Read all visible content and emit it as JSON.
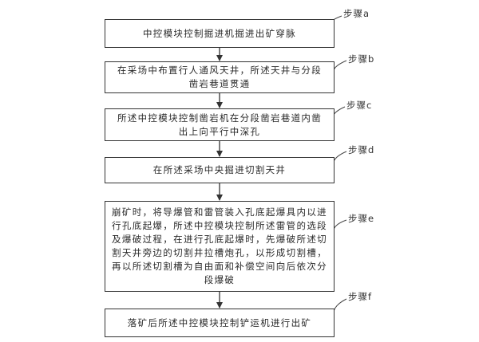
{
  "steps": [
    {
      "label": "步骤a",
      "text": "中控模块控制掘进机掘进出矿穿脉"
    },
    {
      "label": "步骤b",
      "text": "在采场中布置行人通风天井，所述天井与分段凿岩巷道贯通"
    },
    {
      "label": "步骤c",
      "text": "所述中控模块控制凿岩机在分段凿岩巷道内凿出上向平行中深孔"
    },
    {
      "label": "步骤d",
      "text": "在所述采场中央掘进切割天井"
    },
    {
      "label": "步骤e",
      "text": "崩矿时，将导爆管和雷管装入孔底起爆具内以进行孔底起爆，所述中控模块控制所述雷管的选段及爆破过程，在进行孔底起爆时，先爆破所述切割天井旁边的切割井拉槽炮孔，以形成切割槽，再以所述切割槽为自由面和补偿空间向后依次分段爆破"
    },
    {
      "label": "步骤f",
      "text": "落矿后所述中控模块控制铲运机进行出矿"
    }
  ]
}
